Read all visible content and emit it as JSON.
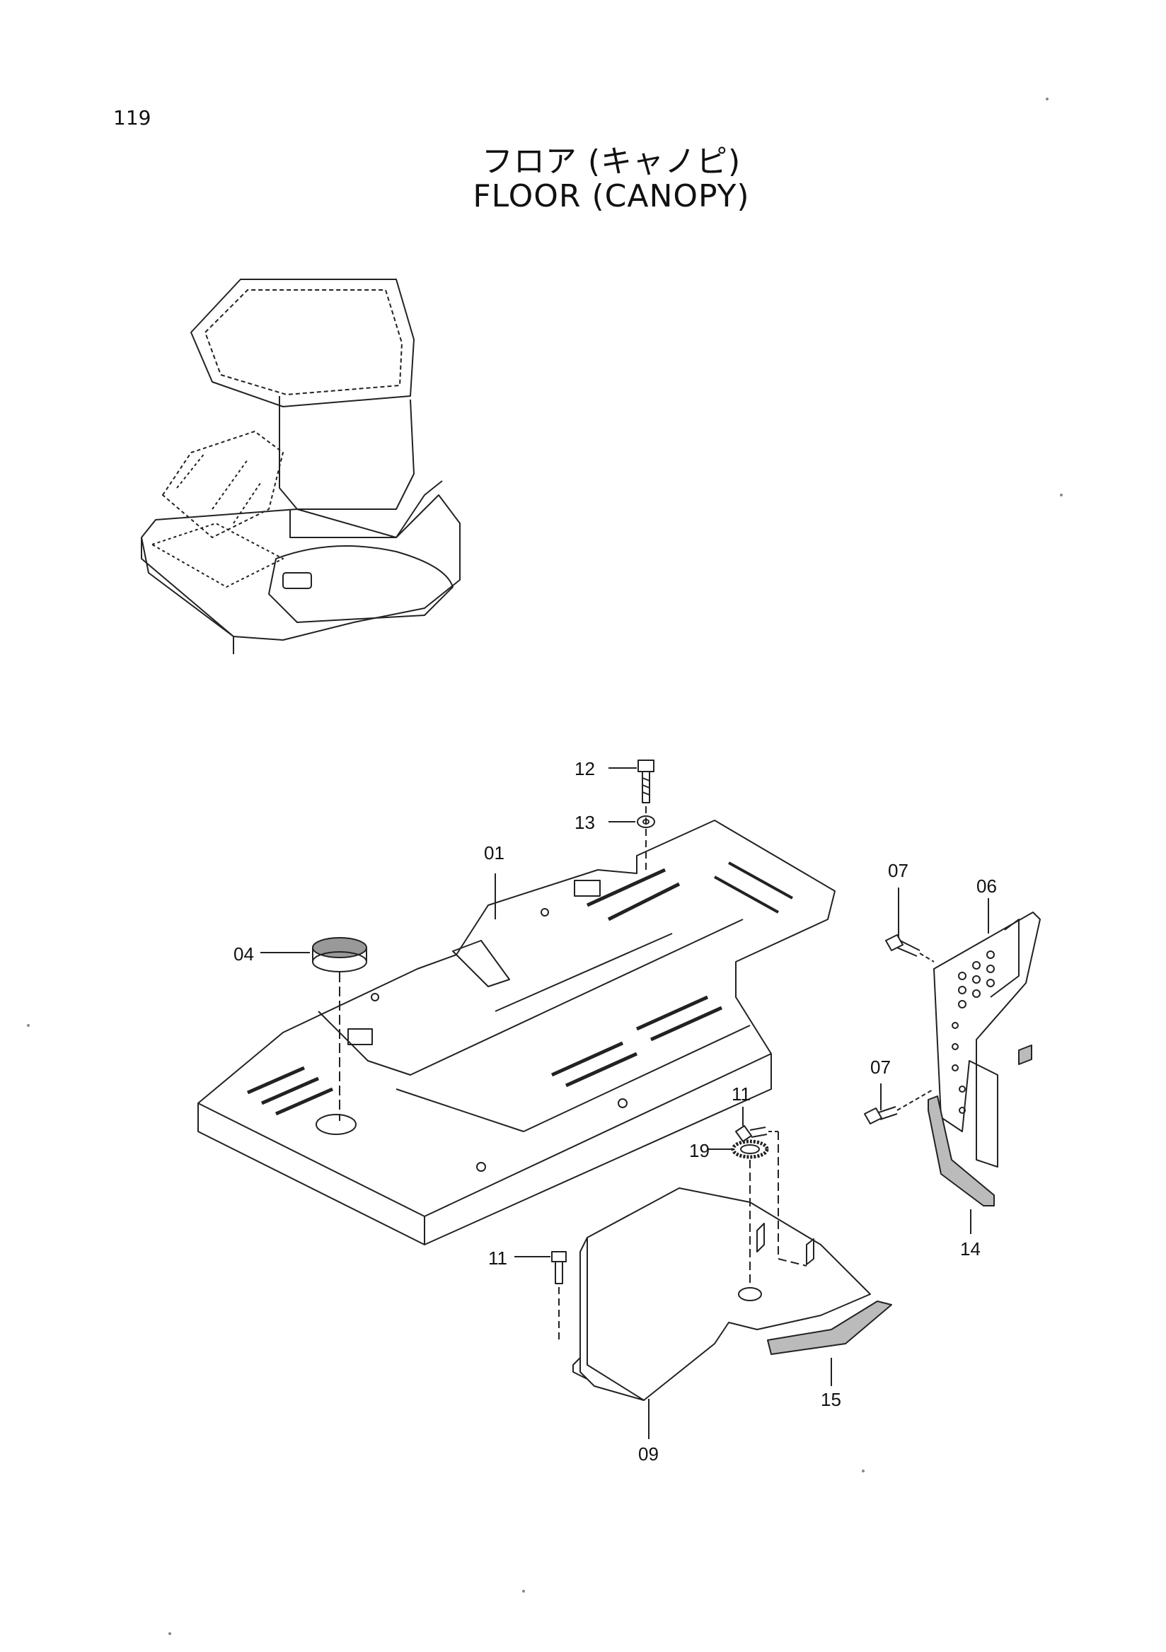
{
  "page_number": "119",
  "title_jp": "フロア (キャノピ)",
  "title_en": "FLOOR (CANOPY)",
  "callouts": {
    "c01": "01",
    "c04": "04",
    "c06": "06",
    "c07a": "07",
    "c07b": "07",
    "c09": "09",
    "c11a": "11",
    "c11b": "11",
    "c12": "12",
    "c13": "13",
    "c14": "14",
    "c15": "15",
    "c19": "19"
  }
}
